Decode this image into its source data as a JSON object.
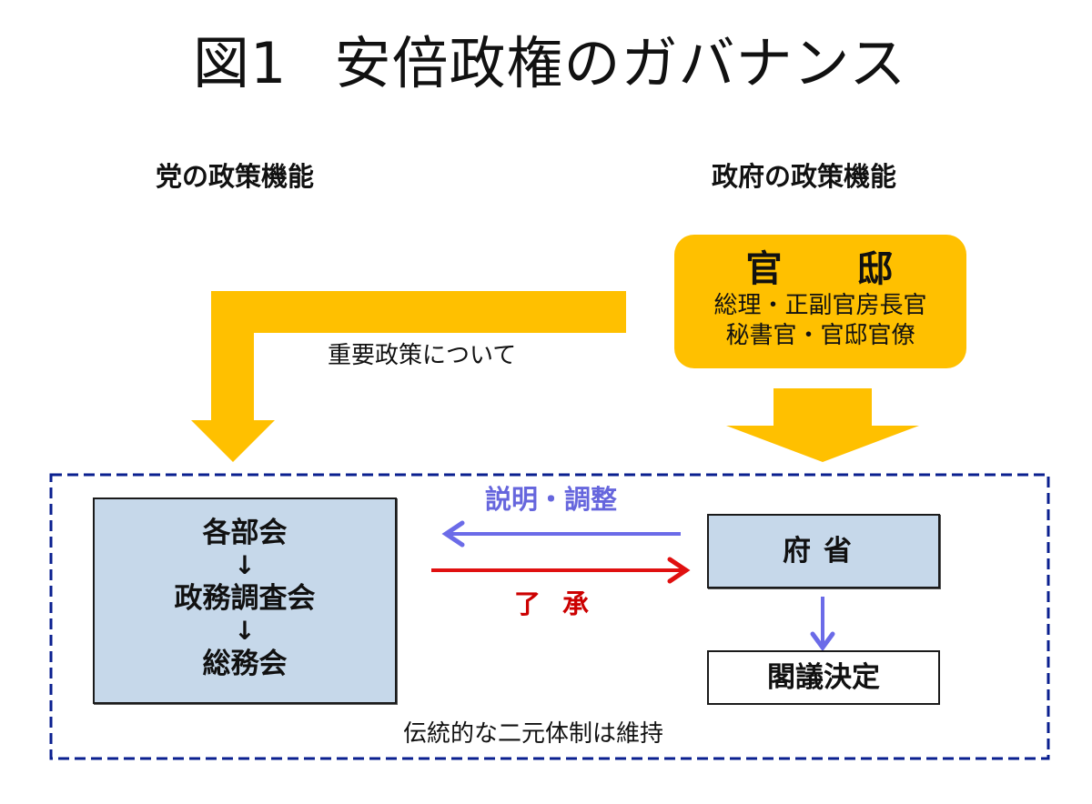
{
  "title": {
    "figure_label": "図1",
    "text": "安倍政権のガバナンス"
  },
  "columns": {
    "party_heading": "党の政策機能",
    "government_heading": "政府の政策機能"
  },
  "kantei": {
    "title_parts": [
      "官",
      "邸"
    ],
    "line1": "総理・正副官房長官",
    "line2": "秘書官・官邸官僚"
  },
  "policy_note": "重要政策について",
  "party_process": {
    "steps": [
      "各部会",
      "政務調査会",
      "総務会"
    ],
    "arrow_glyph": "↓"
  },
  "ministries": {
    "label": "府省"
  },
  "cabinet_decision": {
    "label": "閣議決定"
  },
  "flows": {
    "explain_adjust": "説明・調整",
    "approval": "了承"
  },
  "footer_note": "伝統的な二元体制は維持",
  "colors": {
    "orange": "#ffc000",
    "box_blue": "#c6d8ea",
    "dashed_border": "#0a1f8f",
    "explain_arrow": "#6b6be8",
    "approval_arrow": "#e01010",
    "approval_text": "#cc0000"
  }
}
